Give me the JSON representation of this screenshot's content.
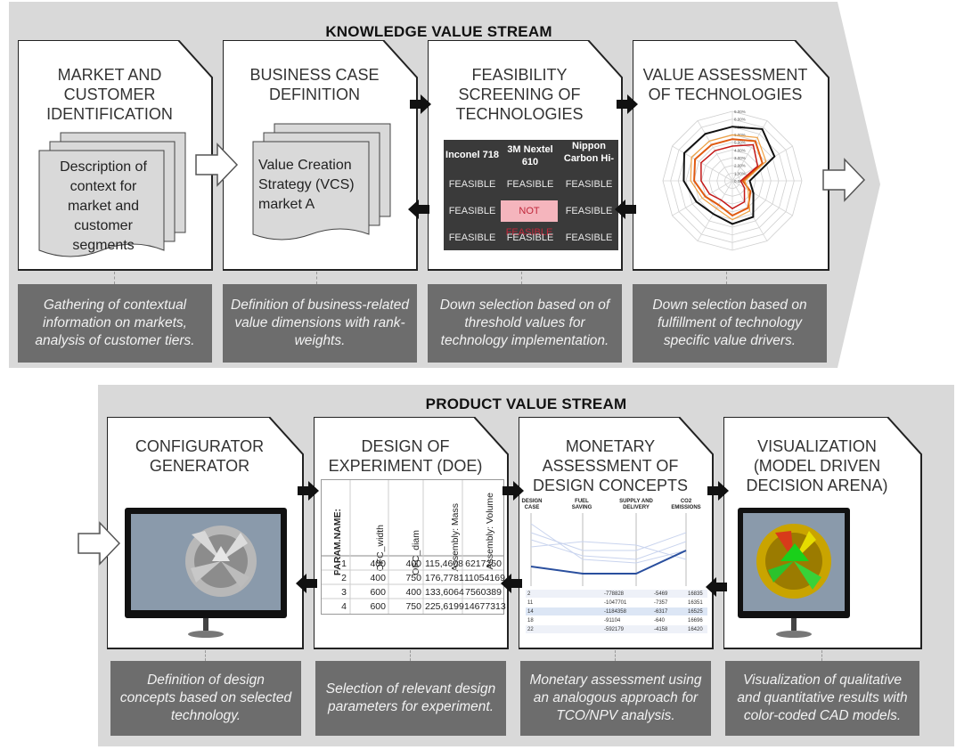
{
  "knowledge": {
    "title": "KNOWLEDGE VALUE STREAM",
    "cards": [
      {
        "title": "MARKET AND CUSTOMER IDENTIFICATION",
        "doc_text": "Description of context for market and customer segments",
        "description": "Gathering of contextual information on markets, analysis of customer tiers."
      },
      {
        "title": "BUSINESS CASE DEFINITION",
        "doc_text": "Value Creation Strategy (VCS) market A",
        "description": "Definition of business-related value dimensions with rank-weights."
      },
      {
        "title": "FEASIBILITY SCREENING OF TECHNOLOGIES",
        "description": "Down selection based on of threshold values for technology implementation."
      },
      {
        "title": "VALUE ASSESSMENT OF TECHNOLOGIES",
        "description": "Down selection based on fulfillment of technology specific value drivers."
      }
    ],
    "feasibility": {
      "headers": [
        "Inconel 718",
        "3M Nextel 610",
        "Nippon Carbon Hi-Nicalon"
      ],
      "rows": [
        [
          "FEASIBLE",
          "FEASIBLE",
          "FEASIBLE"
        ],
        [
          "FEASIBLE",
          "NOT FEASIBLE",
          "FEASIBLE"
        ],
        [
          "FEASIBLE",
          "FEASIBLE",
          "FEASIBLE"
        ]
      ]
    },
    "radar_ticks": [
      "9.00%",
      "8.00%",
      "7.00%",
      "6.00%",
      "5.00%",
      "4.00%",
      "3.00%",
      "2.00%",
      "1.00%",
      "0.00%"
    ]
  },
  "product": {
    "title": "PRODUCT VALUE STREAM",
    "cards": [
      {
        "title": "CONFIGURATOR GENERATOR",
        "description": "Definition of design concepts based on selected technology."
      },
      {
        "title": "DESIGN OF EXPERIMENT (DOE)",
        "description": "Selection of relevant design parameters for experiment."
      },
      {
        "title": "MONETARY ASSESSMENT OF DESIGN CONCEPTS",
        "description": "Monetary assessment using an analogous approach for TCO/NPV analysis."
      },
      {
        "title": "VISUALIZATION (MODEL DRIVEN DECISION ARENA)",
        "description": "Visualization of qualitative and quantitative results with color-coded CAD models."
      }
    ],
    "doe": {
      "headers": [
        "PARAM.NAME:",
        "OFC_width",
        "OFC_diam",
        "Assembly: Mass",
        "Assembly: Volume"
      ],
      "rows": [
        [
          "1",
          "400",
          "400",
          "115,4608",
          "6217250"
        ],
        [
          "2",
          "400",
          "750",
          "176,7781",
          "11054169"
        ],
        [
          "3",
          "600",
          "400",
          "133,6064",
          "7560389"
        ],
        [
          "4",
          "600",
          "750",
          "225,6199",
          "14677313"
        ]
      ]
    },
    "monetary": {
      "axes": [
        "DESIGN CASE",
        "FUEL SAVING",
        "SUPPLY AND DELIVERY",
        "CO2 EMISSIONS"
      ],
      "rows": [
        [
          "2",
          "-778828",
          "-5469",
          "16835"
        ],
        [
          "11",
          "-1047701",
          "-7357",
          "16351"
        ],
        [
          "14",
          "-1184358",
          "-6317",
          "16525"
        ],
        [
          "18",
          "-91104",
          "-640",
          "16696"
        ],
        [
          "22",
          "-592179",
          "-4158",
          "16420"
        ]
      ]
    }
  },
  "colors": {
    "band": "#d9d9d9",
    "desc_box": "#6d6d6d",
    "feas_bg": "#3a3a3a",
    "not_feasible": "#f5b5bd"
  }
}
